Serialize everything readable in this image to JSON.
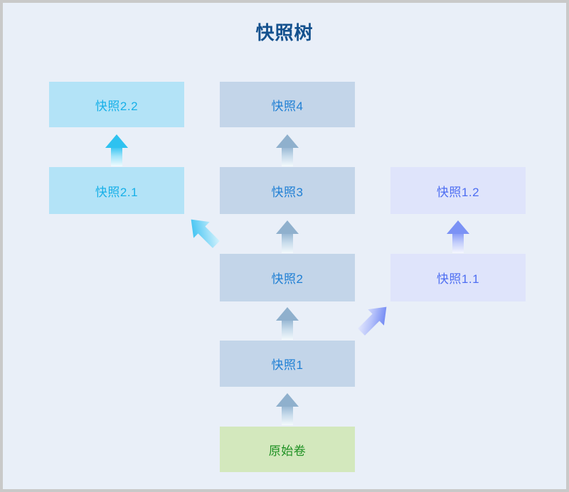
{
  "page": {
    "title": "快照树",
    "background_color": "#e9eff8",
    "border_color": "#c9c9c9",
    "title_color": "#14518e"
  },
  "palette": {
    "cyan_fill": "#b3e3f7",
    "cyan_text": "#17b0e8",
    "steel_fill": "#c3d5e9",
    "steel_text": "#1f7fd4",
    "peri_fill": "#dfe4fb",
    "peri_text": "#4e6ef2",
    "green_fill": "#d3e8bd",
    "green_text": "#1f9123"
  },
  "nodes": [
    {
      "id": "snapshot-2-2",
      "label": "快照2.2",
      "theme": "cyan"
    },
    {
      "id": "snapshot-2-1",
      "label": "快照2.1",
      "theme": "cyan"
    },
    {
      "id": "snapshot-4",
      "label": "快照4",
      "theme": "steel"
    },
    {
      "id": "snapshot-3",
      "label": "快照3",
      "theme": "steel"
    },
    {
      "id": "snapshot-2",
      "label": "快照2",
      "theme": "steel"
    },
    {
      "id": "snapshot-1",
      "label": "快照1",
      "theme": "steel"
    },
    {
      "id": "snapshot-1-2",
      "label": "快照1.2",
      "theme": "peri"
    },
    {
      "id": "snapshot-1-1",
      "label": "快照1.1",
      "theme": "peri"
    },
    {
      "id": "original-volume",
      "label": "原始卷",
      "theme": "green"
    }
  ],
  "edges": [
    {
      "id": "edge-2-1-to-2-2",
      "from": "快照2.1",
      "to": "快照2.2",
      "direction": "up",
      "theme": "cyan"
    },
    {
      "id": "edge-3-to-4",
      "from": "快照3",
      "to": "快照4",
      "direction": "up",
      "theme": "steel"
    },
    {
      "id": "edge-2-to-3",
      "from": "快照2",
      "to": "快照3",
      "direction": "up",
      "theme": "steel"
    },
    {
      "id": "edge-1-to-2",
      "from": "快照1",
      "to": "快照2",
      "direction": "up",
      "theme": "steel"
    },
    {
      "id": "edge-volume-to-1",
      "from": "原始卷",
      "to": "快照1",
      "direction": "up",
      "theme": "steel"
    },
    {
      "id": "edge-1-1-to-1-2",
      "from": "快照1.1",
      "to": "快照1.2",
      "direction": "up",
      "theme": "peri"
    },
    {
      "id": "edge-2-to-2-1",
      "from": "快照2",
      "to": "快照2.1",
      "direction": "up-left",
      "theme": "cyan"
    },
    {
      "id": "edge-1-to-1-1",
      "from": "快照1",
      "to": "快照1.1",
      "direction": "up-right",
      "theme": "peri"
    }
  ]
}
